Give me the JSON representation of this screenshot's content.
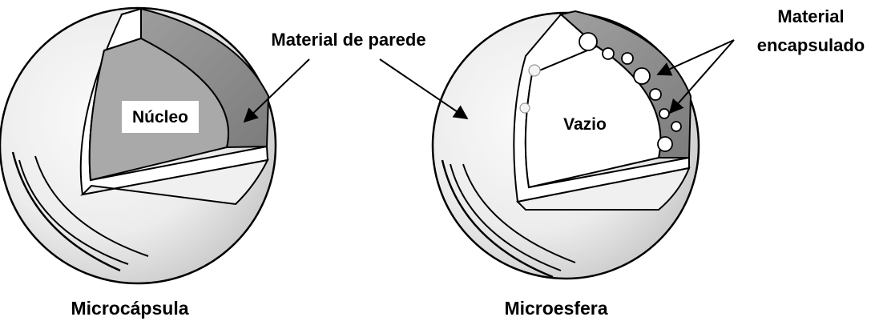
{
  "labels": {
    "wall_material": "Material de parede",
    "encapsulated_material_line1": "Material",
    "encapsulated_material_line2": "encapsulado",
    "core": "Núcleo",
    "empty": "Vazio",
    "microcapsule": "Microcápsula",
    "microsphere": "Microesfera"
  },
  "colors": {
    "outline": "#000000",
    "sphere_light": "#f4f4f4",
    "sphere_shadow": "#c9c9c9",
    "core_fill": "#a9a9a9",
    "shell_dark": "#8a8a8a",
    "label_box": "#ffffff"
  }
}
